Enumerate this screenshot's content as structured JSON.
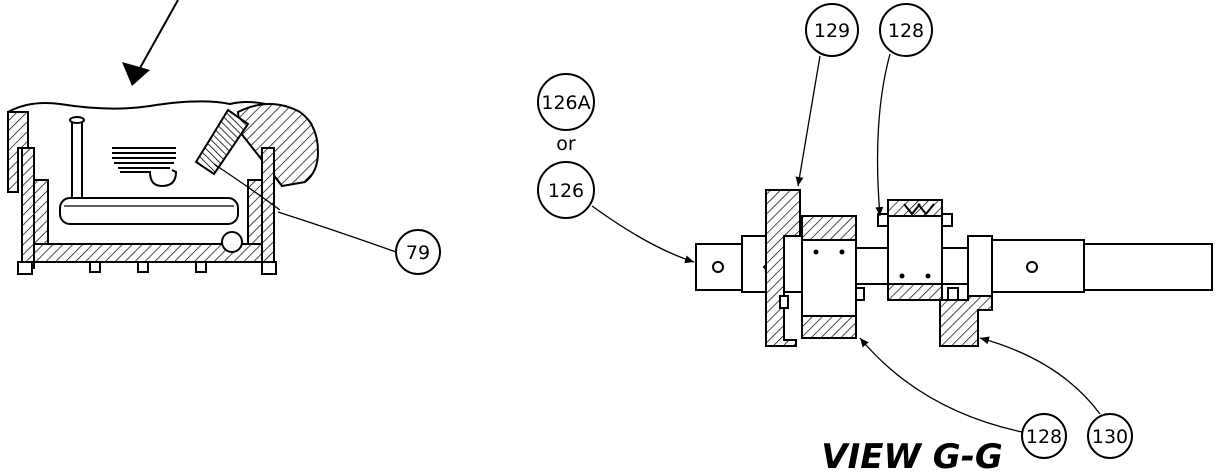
{
  "callouts": {
    "c79": "79",
    "c126a": "126A",
    "c_or": "or",
    "c126": "126",
    "c129": "129",
    "c128_top": "128",
    "c128_bottom": "128",
    "c130": "130"
  },
  "view_title": "VIEW G-G"
}
